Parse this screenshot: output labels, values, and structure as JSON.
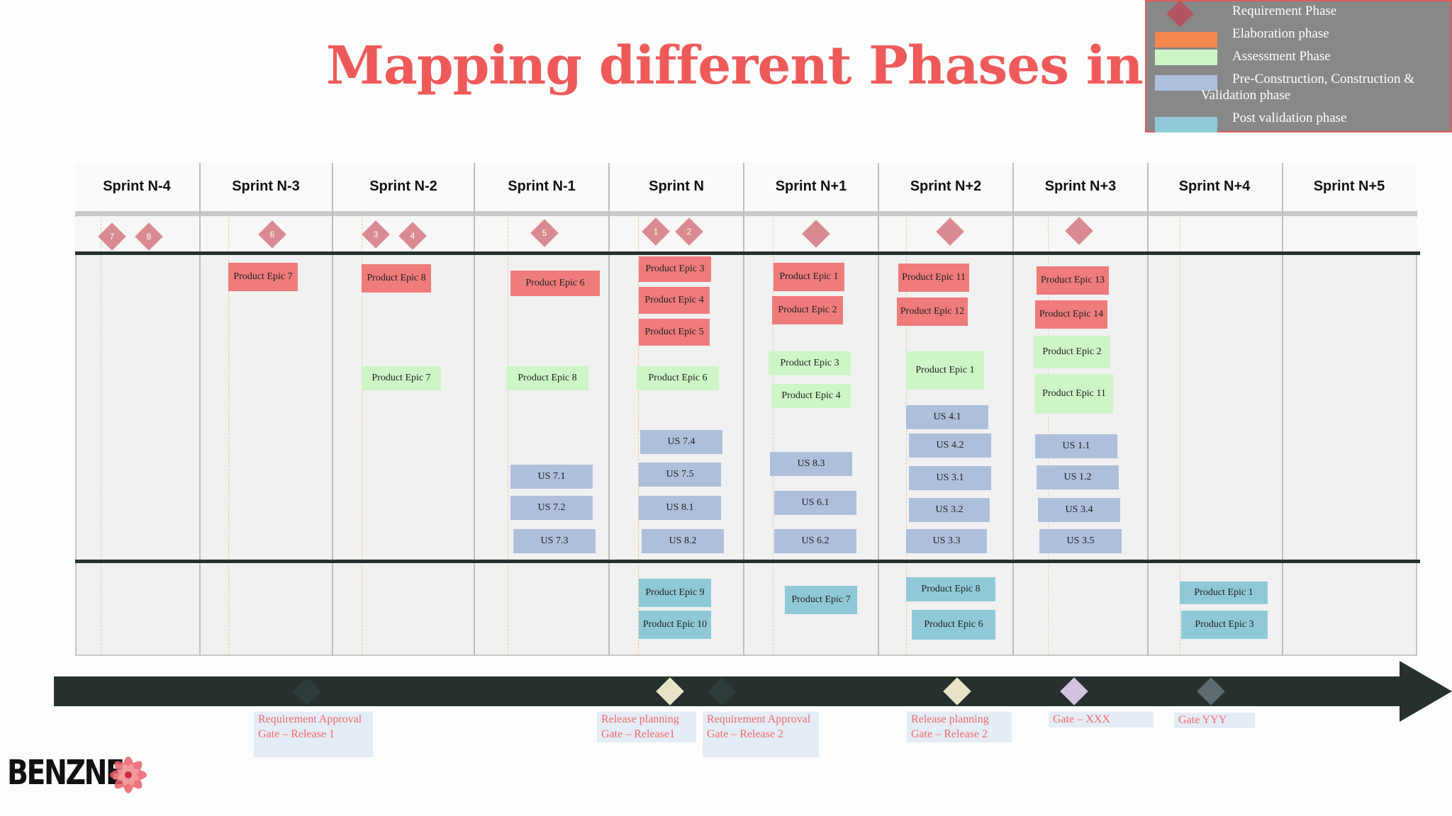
{
  "title": "Mapping different Phases in Sprints",
  "legend": {
    "requirement": "Requirement Phase",
    "elaboration": "Elaboration phase",
    "assessment": "Assessment Phase",
    "construction_line1": "Pre-Construction, Construction  &",
    "construction_line2": "Validation phase",
    "post": "Post validation phase"
  },
  "colors": {
    "requirement": "#b25560",
    "elaboration": "#f4874b",
    "assessment": "#cdf5c6",
    "construction": "#aebfdc",
    "post": "#8fc9d8",
    "title": "#ee5a5a"
  },
  "sprints": [
    "Sprint N-4",
    "Sprint N-3",
    "Sprint N-2",
    "Sprint N-1",
    "Sprint N",
    "Sprint N+1",
    "Sprint N+2",
    "Sprint N+3",
    "Sprint N+4",
    "Sprint N+5"
  ],
  "requirement_markers": [
    "7",
    "8",
    "6",
    "3",
    "4",
    "5",
    "1",
    "2",
    "",
    "",
    ""
  ],
  "cards": {
    "pe7_red": "Product Epic 7",
    "pe8_red": "Product Epic 8",
    "pe6_red": "Product Epic 6",
    "pe3_red": "Product Epic 3",
    "pe4_red": "Product Epic 4",
    "pe5_red": "Product Epic 5",
    "pe1_red": "Product Epic 1",
    "pe2_red": "Product Epic 2",
    "pe11_red": "Product Epic 11",
    "pe12_red": "Product Epic 12",
    "pe13_red": "Product Epic 13",
    "pe14_red": "Product Epic 14",
    "pe7_green": "Product Epic 7",
    "pe8_green": "Product Epic 8",
    "pe6_green": "Product Epic 6",
    "pe3_green": "Product Epic 3",
    "pe4_green": "Product Epic 4",
    "pe1_green": "Product Epic 1",
    "pe2_green": "Product Epic 2",
    "pe11_green": "Product Epic 11",
    "us71": "US 7.1",
    "us72": "US 7.2",
    "us73": "US 7.3",
    "us74": "US 7.4",
    "us75": "US 7.5",
    "us81": "US 8.1",
    "us82": "US 8.2",
    "us83": "US 8.3",
    "us61": "US 6.1",
    "us62": "US 6.2",
    "us41": "US 4.1",
    "us42": "US 4.2",
    "us31": "US 3.1",
    "us32": "US 3.2",
    "us33": "US 3.3",
    "us11": "US 1.1",
    "us12": "US 1.2",
    "us34": "US 3.4",
    "us35": "US 3.5",
    "pe9_cyan": "Product Epic 9",
    "pe10_cyan": "Product Epic 10",
    "pe7_cyan": "Product Epic 7",
    "pe8_cyan": "Product Epic 8",
    "pe6_cyan": "Product Epic 6",
    "pe1_cyan": "Product Epic 1",
    "pe3_cyan": "Product Epic 3"
  },
  "gates": {
    "req_gate_r1": "Requirement Approval Gate – Release 1",
    "rel_plan_r1": "Release planning Gate – Release1",
    "req_gate_r2": "Requirement Approval Gate – Release 2",
    "rel_plan_r2": "Release planning Gate – Release 2",
    "gate_xxx": "Gate – XXX",
    "gate_yyy": "Gate YYY"
  },
  "logo": "BENZNE"
}
